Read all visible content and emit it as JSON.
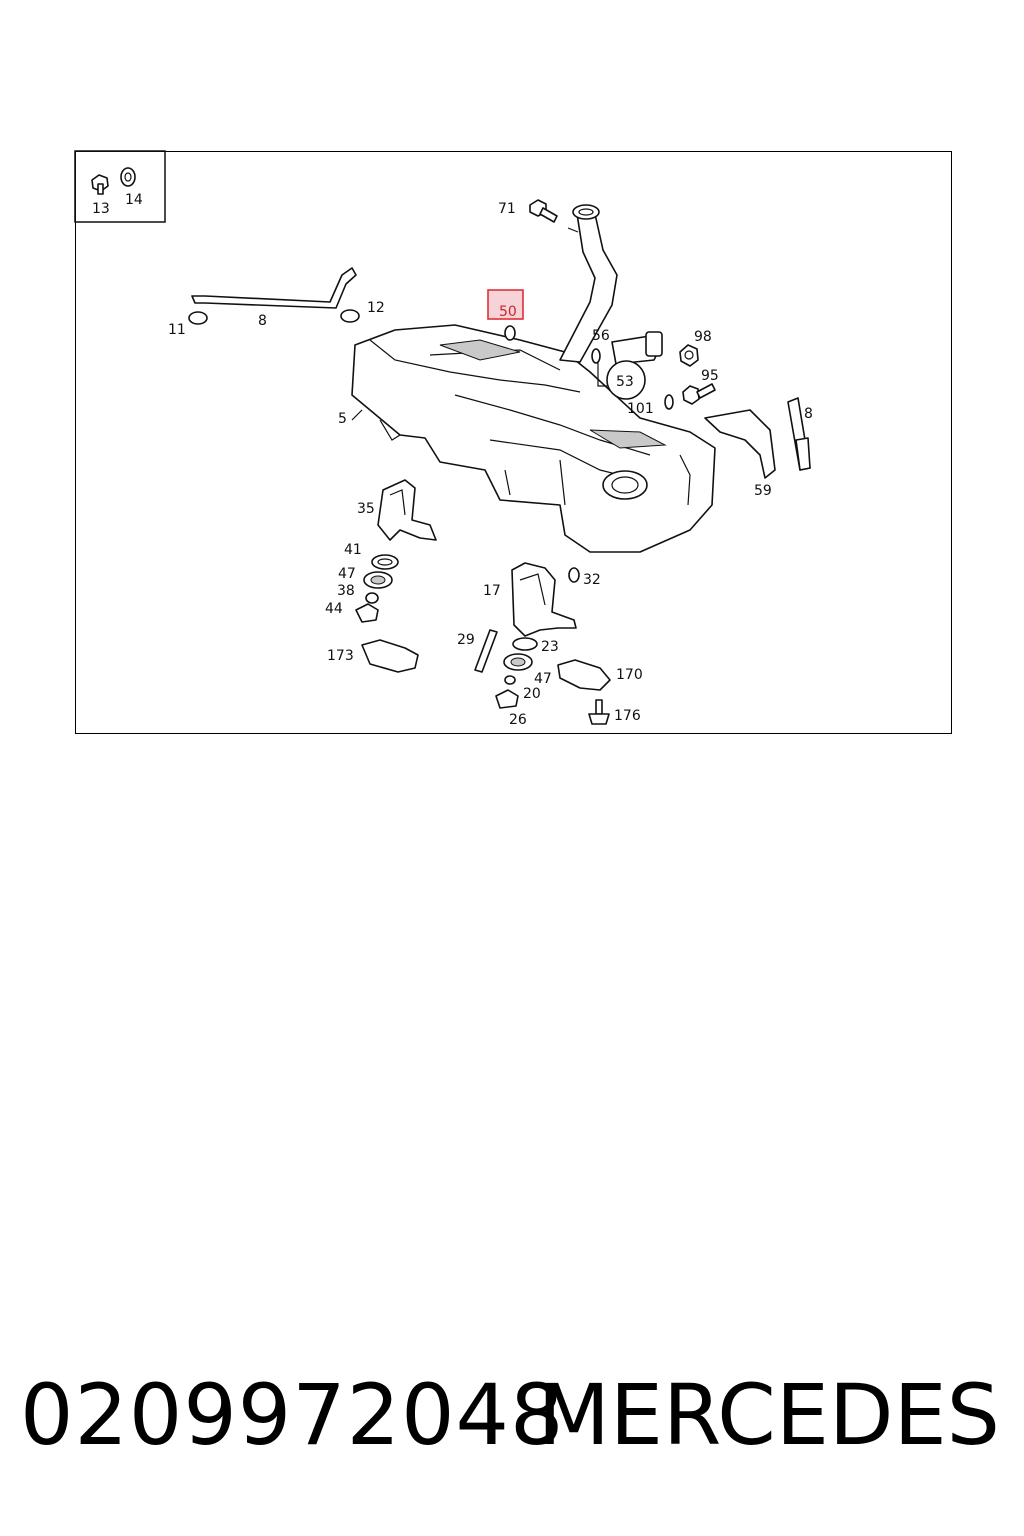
{
  "diagram": {
    "callouts": [
      {
        "id": "13",
        "text": "13"
      },
      {
        "id": "14",
        "text": "14"
      },
      {
        "id": "71",
        "text": "71"
      },
      {
        "id": "50",
        "text": "50",
        "highlighted": true
      },
      {
        "id": "11",
        "text": "11"
      },
      {
        "id": "8a",
        "text": "8"
      },
      {
        "id": "12",
        "text": "12"
      },
      {
        "id": "56",
        "text": "56"
      },
      {
        "id": "98",
        "text": "98"
      },
      {
        "id": "53",
        "text": "53"
      },
      {
        "id": "95",
        "text": "95"
      },
      {
        "id": "101",
        "text": "101"
      },
      {
        "id": "8b",
        "text": "8"
      },
      {
        "id": "5",
        "text": "5"
      },
      {
        "id": "59",
        "text": "59"
      },
      {
        "id": "35",
        "text": "35"
      },
      {
        "id": "41",
        "text": "41"
      },
      {
        "id": "47a",
        "text": "47"
      },
      {
        "id": "38",
        "text": "38"
      },
      {
        "id": "44",
        "text": "44"
      },
      {
        "id": "32",
        "text": "32"
      },
      {
        "id": "17",
        "text": "17"
      },
      {
        "id": "29",
        "text": "29"
      },
      {
        "id": "23",
        "text": "23"
      },
      {
        "id": "173",
        "text": "173"
      },
      {
        "id": "170",
        "text": "170"
      },
      {
        "id": "47b",
        "text": "47"
      },
      {
        "id": "20",
        "text": "20"
      },
      {
        "id": "26",
        "text": "26"
      },
      {
        "id": "176",
        "text": "176"
      }
    ],
    "highlight_color": "#e0303a",
    "highlight_fill": "#f6d3d6"
  },
  "footer": {
    "part_number": "0209972048",
    "brand": "MERCEDES"
  }
}
